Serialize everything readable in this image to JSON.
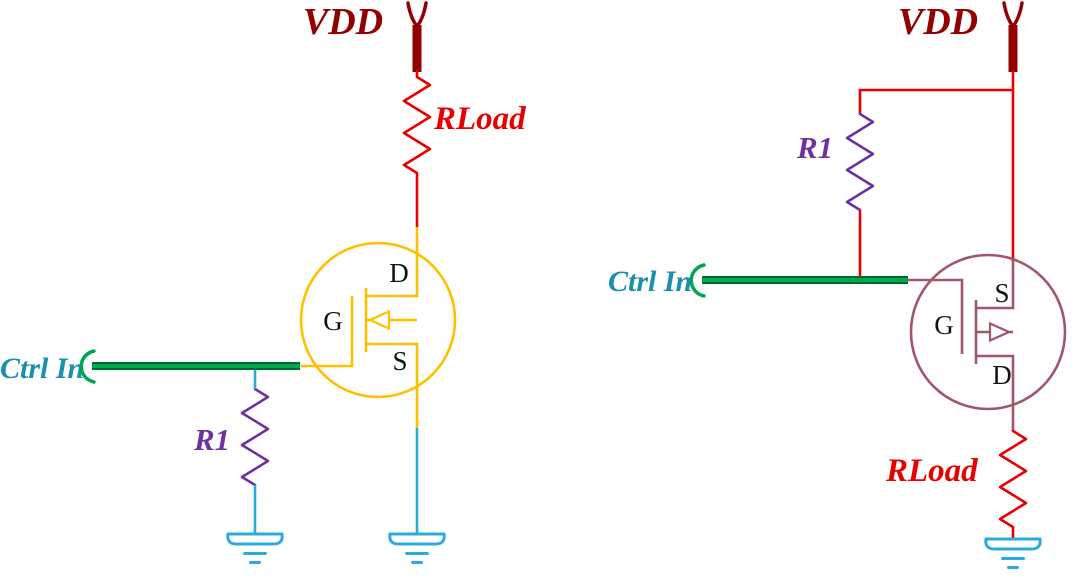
{
  "colors": {
    "vdd": "#930000",
    "red": "#E80000",
    "purple": "#7030A0",
    "teal": "#1A8FAE",
    "green": "#00A651",
    "green_dark": "#006B2F",
    "blue": "#29ABE2",
    "orange": "#FFC000",
    "maroon": "#A25768",
    "black": "#111111"
  },
  "left_circuit": {
    "vdd_label": "VDD",
    "rload_label": "RLoad",
    "r1_label": "R1",
    "ctrl_in_label": "Ctrl In",
    "mosfet": {
      "gate_label": "G",
      "drain_label": "D",
      "source_label": "S"
    }
  },
  "right_circuit": {
    "vdd_label": "VDD",
    "rload_label": "RLoad",
    "r1_label": "R1",
    "ctrl_in_label": "Ctrl In",
    "mosfet": {
      "gate_label": "G",
      "source_label": "S",
      "drain_label": "D"
    }
  }
}
